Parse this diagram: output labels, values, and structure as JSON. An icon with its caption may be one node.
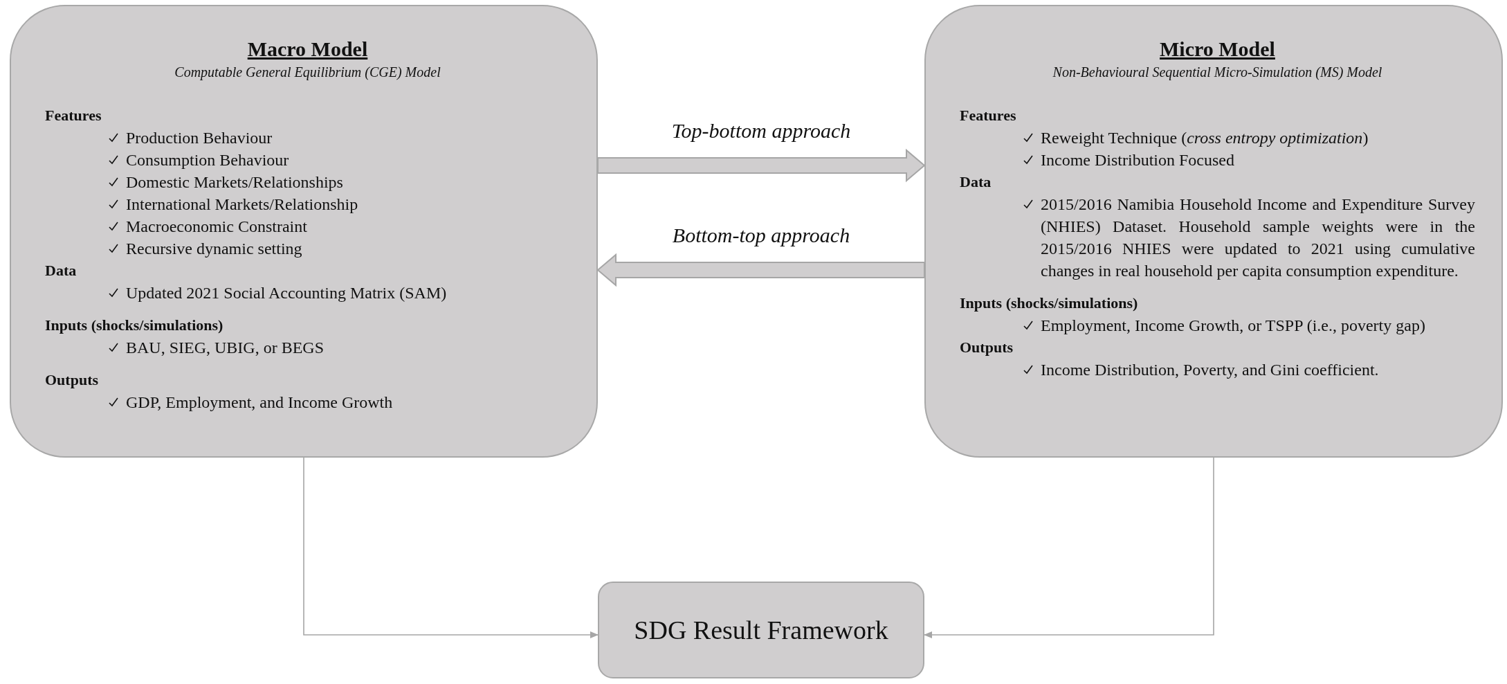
{
  "diagram": {
    "nodes": [
      {
        "text": [
          "Macro Model",
          "Computable General Equilibrium (CGE) Model",
          "Features",
          "Production Behaviour",
          "Consumption Behaviour",
          "Domestic Markets/Relationships",
          "International Markets/Relationship",
          "Macroeconomic Constraint",
          "Recursive dynamic setting",
          "Data",
          "Updated 2021 Social Accounting Matrix (SAM)",
          "Inputs (shocks/simulations)",
          "BAU, SIEG, UBIG, or BEGS",
          "Outputs",
          "GDP, Employment, and Income Growth"
        ]
      },
      {
        "text": [
          "Micro Model",
          "Non-Behavioural Sequential Micro-Simulation (MS) Model",
          "Features",
          "Reweight Technique (*cross entropy optimization*)",
          "Income Distribution Focused",
          "Data",
          "2015/2016 Namibia Household Income and Expenditure Survey (NHIES) Dataset. Household sample weights were in the 2015/2016 NHIES were updated to 2021 using cumulative changes in real household per capita consumption expenditure.",
          "Inputs (shocks/simulations)",
          "Employment, Income Growth, or TSPP (i.e., poverty gap)",
          "Outputs",
          "Income Distribution, Poverty, and Gini coefficient."
        ]
      },
      {
        "text": [
          "SDG Result Framework"
        ]
      }
    ],
    "edges": [
      {
        "from": 0,
        "to": 1,
        "arrow": "to",
        "label": "Top-bottom approach",
        "style": "thick"
      },
      {
        "from": 1,
        "to": 0,
        "arrow": "to",
        "label": "Bottom-top approach",
        "style": "thick"
      },
      {
        "from": 0,
        "to": 2,
        "arrow": "to"
      },
      {
        "from": 1,
        "to": 2,
        "arrow": "to"
      }
    ]
  }
}
